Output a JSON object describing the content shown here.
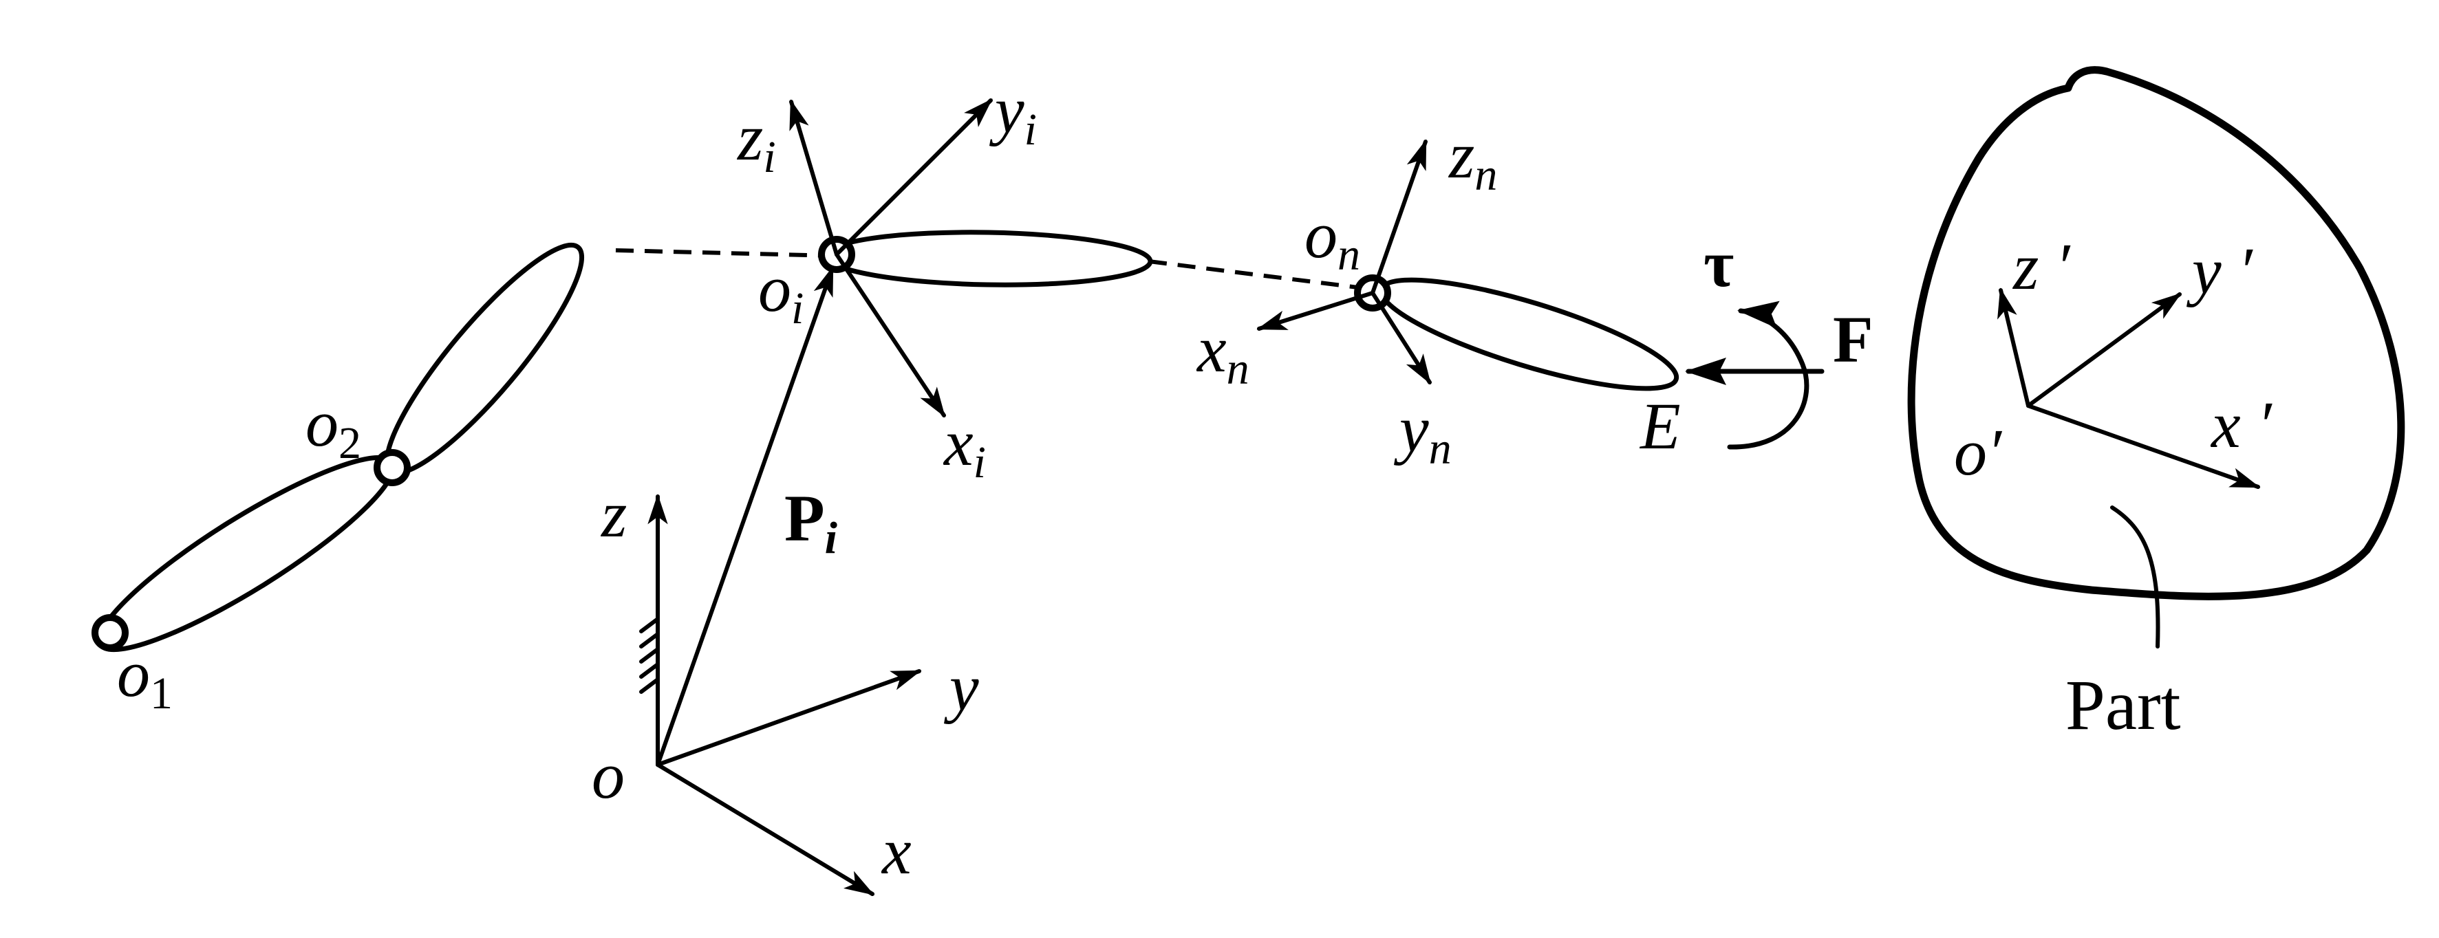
{
  "labels": {
    "o1": {
      "base": "o",
      "sub": "1"
    },
    "o2": {
      "base": "o",
      "sub": "2"
    },
    "oi": {
      "base": "o",
      "sub": "i"
    },
    "on": {
      "base": "o",
      "sub": "n"
    },
    "zi": {
      "base": "z",
      "sub": "i"
    },
    "yi": {
      "base": "y",
      "sub": "i"
    },
    "xi": {
      "base": "x",
      "sub": "i"
    },
    "zn": {
      "base": "z",
      "sub": "n"
    },
    "xn": {
      "base": "x",
      "sub": "n"
    },
    "yn": {
      "base": "y",
      "sub": "n"
    },
    "Pi": {
      "base": "P",
      "sub": "i"
    },
    "base_z": "z",
    "base_y": "y",
    "base_x": "x",
    "base_o": "o",
    "end_effector": "E",
    "torque": "τ",
    "force": "F",
    "part_z": "z ′",
    "part_y": "y ′",
    "part_x": "x ′",
    "part_o": "o′",
    "part": "Part"
  },
  "colors": {
    "stroke": "#000000",
    "background": "#ffffff"
  }
}
